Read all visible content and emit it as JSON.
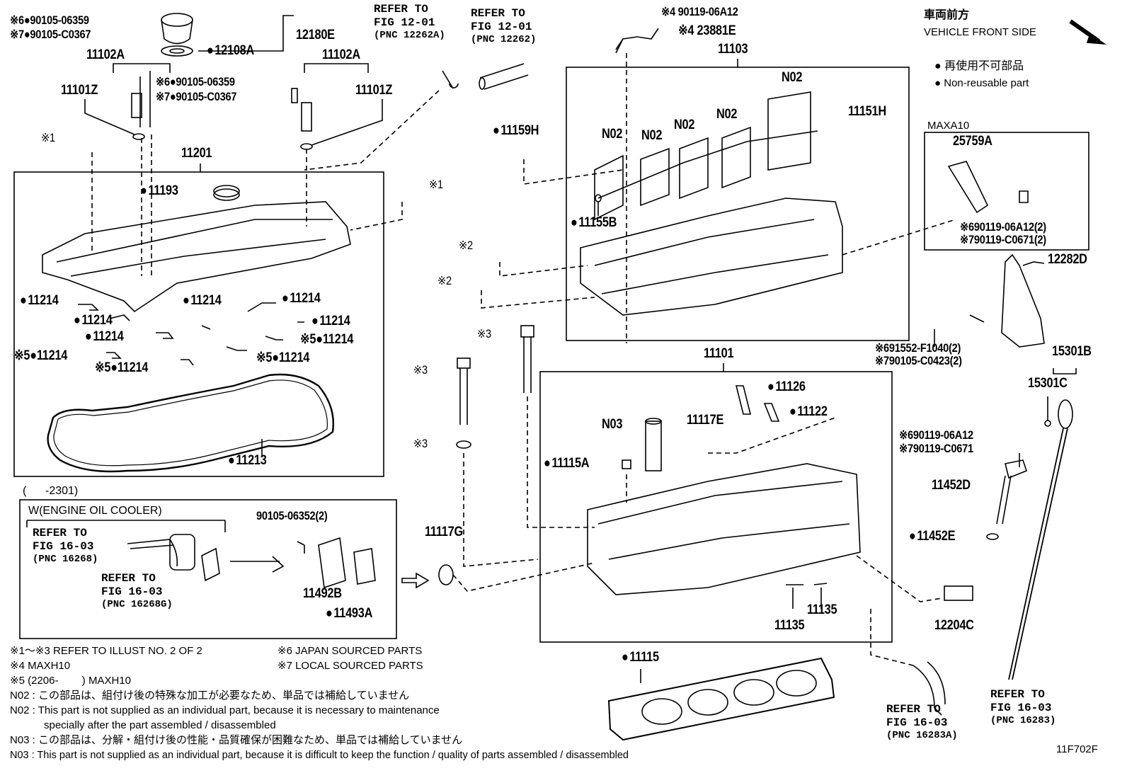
{
  "header": {
    "jp": "車両前方",
    "en": "VEHICLE FRONT SIDE",
    "legend_jp": "再使用不可部品",
    "legend_en": "Non-reusable part",
    "drawing_id": "11F702F"
  },
  "refs": {
    "r1": [
      "REFER TO",
      "FIG 12-01",
      "(PNC 12262A)"
    ],
    "r2": [
      "REFER TO",
      "FIG 12-01",
      "(PNC 12262)"
    ],
    "r3": [
      "REFER TO",
      "FIG 16-03",
      "(PNC 16268)"
    ],
    "r4": [
      "REFER TO",
      "FIG 16-03",
      "(PNC 16268G)"
    ],
    "r5": [
      "REFER TO",
      "FIG 16-03",
      "(PNC 16283A)"
    ],
    "r6": [
      "REFER TO",
      "FIG 16-03",
      "(PNC 16283)"
    ]
  },
  "labels": {
    "p12180E": "12180E",
    "p12108A": "12108A",
    "p6a": "※6●90105-06359",
    "p7a": "※7●90105-C0367",
    "p6b": "※6●90105-06359",
    "p7b": "※7●90105-C0367",
    "p11102A_l": "11102A",
    "p11101Z_l": "11101Z",
    "p11102A_r": "11102A",
    "p11101Z_r": "11101Z",
    "x1a": "※1",
    "x1b": "※1",
    "p11201": "11201",
    "p11193": "11193",
    "p11214_1": "11214",
    "p11214_2": "11214",
    "p11214_3": "11214",
    "p11214_4": "11214",
    "p11214_5": "11214",
    "p11214_6": "11214",
    "p11214_7": "※5●11214",
    "p11214_8": "※5●11214",
    "p11214_9": "※5●11214",
    "p11214_10": "※5●11214",
    "p11213": "11213",
    "x4a": "※4 90119-06A12",
    "x4b": "※4 23881E",
    "p11103": "11103",
    "p11159H": "11159H",
    "n02a": "N02",
    "n02b": "N02",
    "n02c": "N02",
    "n02d": "N02",
    "n02e": "N02",
    "p11151H": "11151H",
    "p11155B": "11155B",
    "x2a": "※2",
    "x2b": "※2",
    "maxa": "MAXA10",
    "p25759A": "25759A",
    "x6c": "※690119-06A12(2)",
    "x7c": "※790119-C0671(2)",
    "p12282D": "12282D",
    "x6d": "※691552-F1040(2)",
    "x7d": "※790105-C0423(2)",
    "p15301B": "15301B",
    "p15301C": "15301C",
    "x3a": "※3",
    "x3b": "※3",
    "x3c": "※3",
    "p11101": "11101",
    "p11126": "11126",
    "p11122": "11122",
    "n03": "N03",
    "p11117E": "11117E",
    "p11115A": "11115A",
    "x6e": "※690119-06A12",
    "x7e": "※790119-C0671",
    "p11452D": "11452D",
    "p11452E": "11452E",
    "p11117G": "11117G",
    "p12204C": "12204C",
    "p11135a": "11135",
    "p11135b": "11135",
    "p11115": "11115",
    "range": "(      -2301)",
    "woc": "W(ENGINE OIL COOLER)",
    "p90105": "90105-06352(2)",
    "p11492B": "11492B",
    "p11493A": "11493A"
  },
  "notes": {
    "n1": "※1～※3  REFER TO ILLUST NO. 2 OF 2",
    "n4": "※4 MAXH10",
    "n5": "※5 (2206-        ) MAXH10",
    "n6": "※6 JAPAN SOURCED PARTS",
    "n7": "※7 LOCAL SOURCED PARTS",
    "n02jp": "N02 : この部品は、組付け後の特殊な加工が必要なため、単品では補給していません",
    "n02en1": "N02 : This part is not supplied as an individual part, because it is necessary to maintenance",
    "n02en2": "specially after the part assembled / disassembled",
    "n03jp": "N03 : この部品は、分解・組付け後の性能・品質確保が困難なため、単品では補給していません",
    "n03en": "N03 : This part is not supplied as an individual part, because it is difficult to keep the function / quality of parts  assembled / disassembled"
  }
}
